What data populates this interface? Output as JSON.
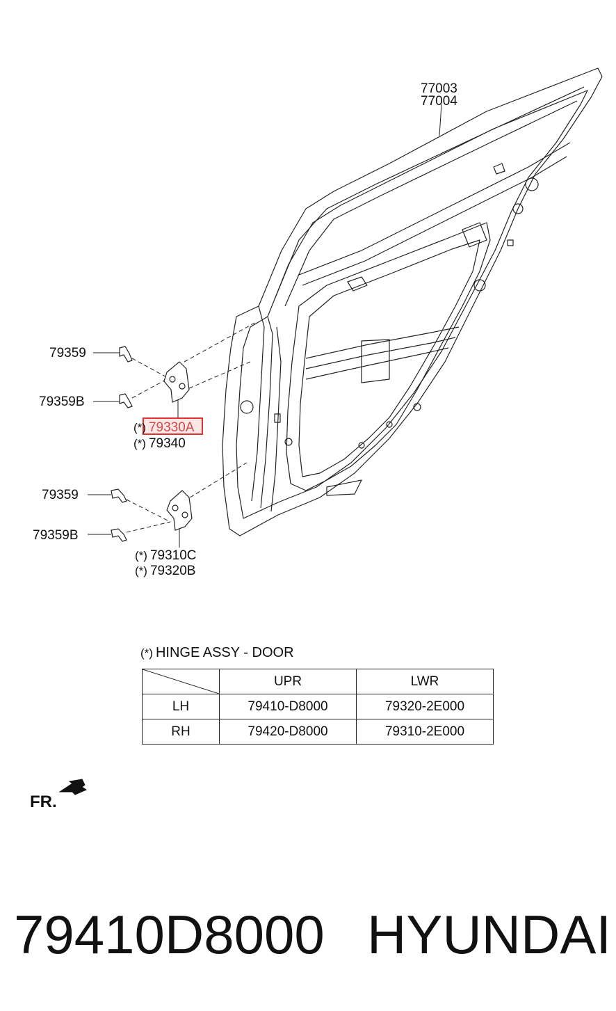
{
  "callouts": {
    "frame_lh": "77003",
    "frame_rh": "77004",
    "bolt_upper_1": "79359",
    "bolt_upper_2": "79359B",
    "hinge_upper_1": "79330A",
    "hinge_upper_2": "79340",
    "bolt_lower_1": "79359",
    "bolt_lower_2": "79359B",
    "hinge_lower_1": "79310C",
    "hinge_lower_2": "79320B",
    "asterisk_marker": "(*)"
  },
  "table": {
    "title": "HINGE ASSY - DOOR",
    "header": [
      "",
      "UPR",
      "LWR"
    ],
    "rows": [
      {
        "side": "LH",
        "upr": "79410-D8000",
        "lwr": "79320-2E000"
      },
      {
        "side": "RH",
        "upr": "79420-D8000",
        "lwr": "79310-2E000"
      }
    ]
  },
  "direction_label": "FR.",
  "footer": {
    "part_number": "79410D8000",
    "brand": "HYUNDAI"
  },
  "colors": {
    "line": "#222222",
    "highlight_border": "#e03030"
  }
}
